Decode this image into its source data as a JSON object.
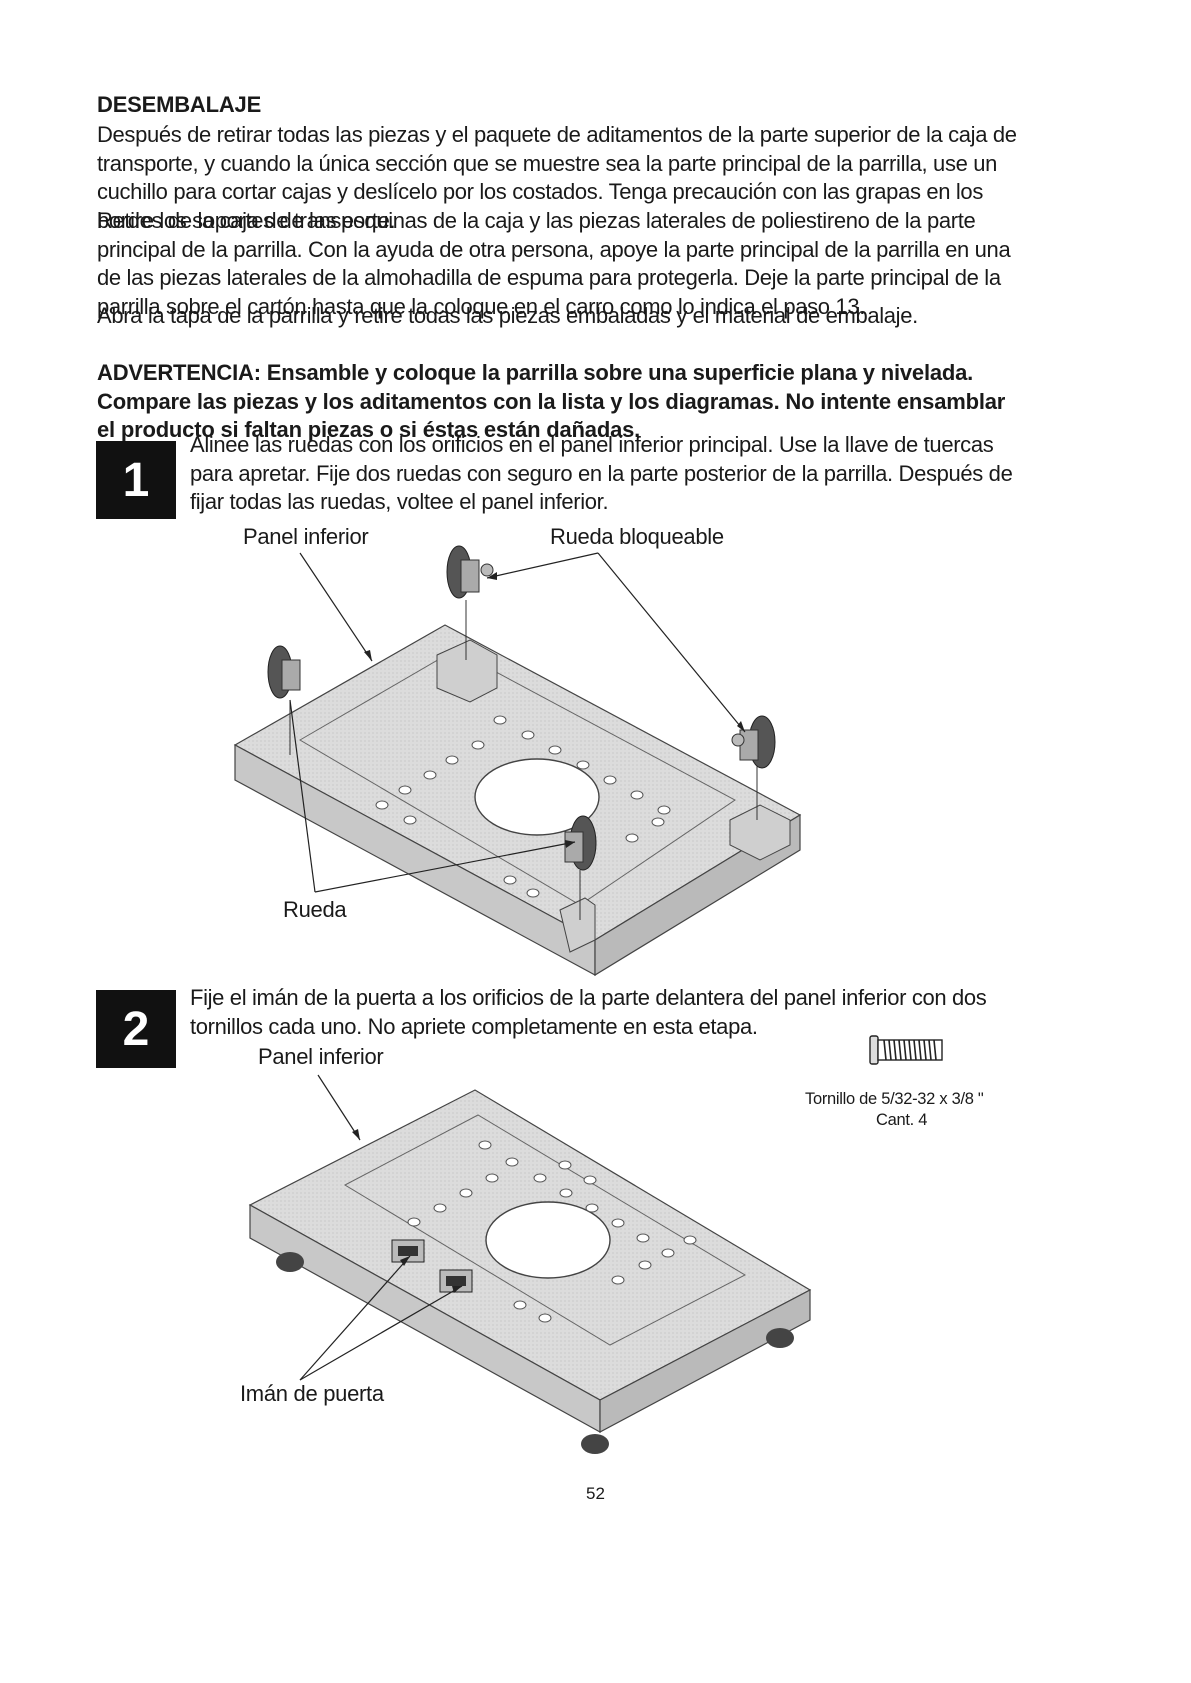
{
  "section_title": "DESEMBALAJE",
  "intro_paragraphs": [
    "Después de retirar todas las piezas y el paquete de aditamentos de la parte superior de la caja de transporte, y cuando la única sección que se muestre sea la parte principal de la parrilla, use un cuchillo para cortar cajas y deslícelo por los costados. Tenga precaución con las grapas en los bordes de la caja de transporte.",
    "Retire los soportes de las esquinas de la caja y las piezas laterales de poliestireno de la parte principal de la parrilla. Con la ayuda de otra persona, apoye la parte principal de la parrilla en una de las piezas laterales de la almohadilla de espuma para protegerla. Deje la parte principal de la parrilla sobre el cartón hasta que la coloque en el carro como lo indica el paso 13.",
    "Abra la tapa de la parrilla y retire todas las piezas embaladas y el material de embalaje."
  ],
  "warning": "ADVERTENCIA: Ensamble y coloque la parrilla sobre una superficie plana y nivelada. Compare las piezas y los aditamentos con la lista y los diagramas. No intente ensamblar el producto si faltan piezas o si éstas están dañadas.",
  "steps": [
    {
      "number": "1",
      "text": "Alinee las ruedas con los orificios en el panel inferior principal. Use la llave de tuercas para apretar. Fije dos ruedas con seguro en la parte posterior de la parrilla. Después de fijar todas las ruedas, voltee el panel inferior.",
      "labels": {
        "panel": "Panel inferior",
        "locking_wheel": "Rueda bloqueable",
        "wheel": "Rueda"
      }
    },
    {
      "number": "2",
      "text": "Fije el imán de la puerta a los orificios de la parte delantera del panel inferior con dos tornillos cada uno. No apriete completamente en esta etapa.",
      "labels": {
        "panel": "Panel inferior",
        "door_magnet": "Imán de puerta"
      },
      "hardware": {
        "name": "Tornillo de 5/32-32 x 3/8 \"",
        "qty": "Cant. 4"
      }
    }
  ],
  "page_number": "52",
  "colors": {
    "step_box": "#111111",
    "panel_fill": "#d9d9d9",
    "panel_edge": "#b8b8b8"
  }
}
